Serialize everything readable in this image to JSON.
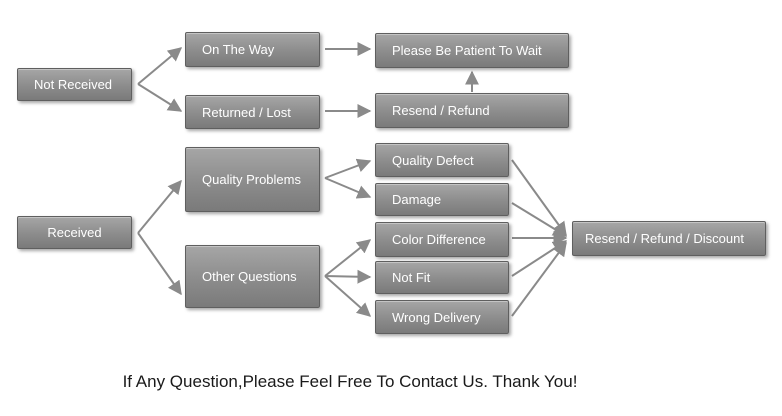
{
  "nodes": {
    "not_received": "Not Received",
    "on_the_way": "On The Way",
    "please_wait": "Please Be Patient To Wait",
    "returned_lost": "Returned / Lost",
    "resend_refund": "Resend / Refund",
    "received": "Received",
    "quality_problems": "Quality Problems",
    "other_questions": "Other Questions",
    "quality_defect": "Quality Defect",
    "damage": "Damage",
    "color_difference": "Color Difference",
    "not_fit": "Not Fit",
    "wrong_delivery": "Wrong Delivery",
    "resend_refund_discount": "Resend / Refund / Discount"
  },
  "footer": "If Any Question,Please Feel Free To Contact Us. Thank You!",
  "colors": {
    "box_fill": "#8c8c8c",
    "arrow": "#8a8a8a",
    "text": "#ffffff"
  }
}
